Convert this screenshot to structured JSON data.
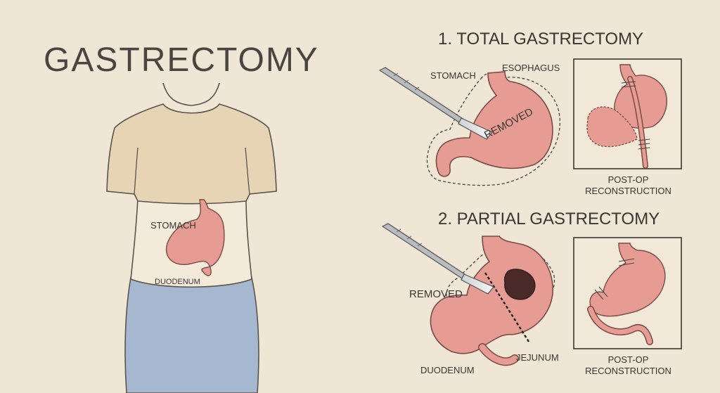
{
  "title": "GASTRECTOMY",
  "body_labels": {
    "stomach": "STOMACH",
    "duodenum": "DUODENUM"
  },
  "total": {
    "heading": "1. TOTAL GASTRECTOMY",
    "stomach": "STOMACH",
    "esophagus": "ESOPHAGUS",
    "removed": "REMOVED",
    "caption_line1": "POST-OP",
    "caption_line2": "RECONSTRUCTION"
  },
  "partial": {
    "heading": "2. PARTIAL GASTRECTOMY",
    "removed": "REMOVED",
    "duodenum": "DUODENUM",
    "jejunum": "JEJUNUM",
    "caption_line1": "POST-OP",
    "caption_line2": "RECONSTRUCTION"
  },
  "colors": {
    "background": "#efe6d6",
    "shirt": "#e6d4b5",
    "pants": "#a5b8cf",
    "skin": "#f3ead9",
    "stomach": "#e69c93",
    "outline": "#4a4540",
    "tumor": "#4a2a28"
  }
}
